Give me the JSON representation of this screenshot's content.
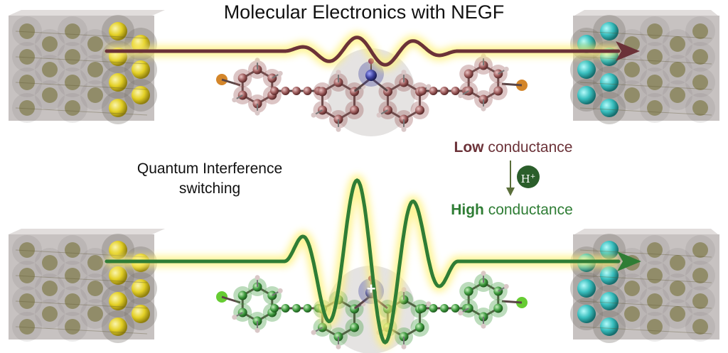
{
  "title": "Molecular Electronics with NEGF",
  "interference_label": [
    "Quantum Interference",
    "switching"
  ],
  "states": {
    "low": {
      "bold": "Low",
      "rest": " conductance",
      "color": "#6b3238"
    },
    "high": {
      "bold": "High",
      "rest": " conductance",
      "color": "#2f7d35"
    }
  },
  "proton": {
    "symbol": "H",
    "charge": "+"
  },
  "center_charge": "+",
  "colors": {
    "electrode_box": "#8f8584",
    "gold": "#e6d21f",
    "teal": "#33b5b5",
    "molecule_low": "#9b5a5a",
    "molecule_high": "#3f9a3f",
    "wave_low": "#6b3238",
    "wave_high": "#2f7d35",
    "glow": "#fff176",
    "nitrogen": "#3b3f9c"
  }
}
